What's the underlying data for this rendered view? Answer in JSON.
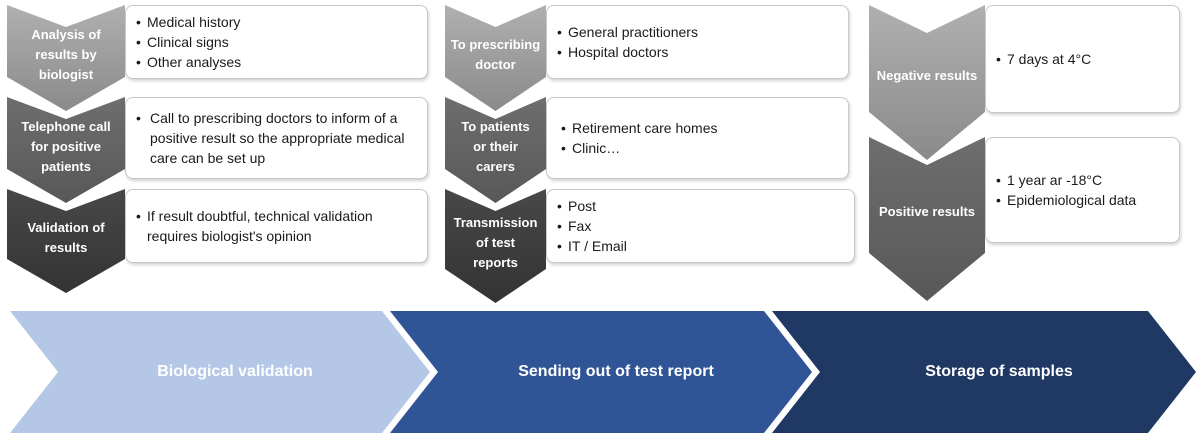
{
  "columns": [
    {
      "steps": [
        {
          "label_lines": [
            "Analysis of",
            "results by",
            "biologist"
          ],
          "bullets": [
            "Medical history",
            "Clinical signs",
            "Other analyses"
          ]
        },
        {
          "label_lines": [
            "Telephone call",
            "for positive",
            "patients"
          ],
          "bullets": [
            "Call to prescribing doctors to inform of a positive result so the appropriate medical care can be set up"
          ]
        },
        {
          "label_lines": [
            "Validation of",
            "results"
          ],
          "bullets": [
            "If result doubtful, technical validation requires biologist's opinion"
          ]
        }
      ]
    },
    {
      "steps": [
        {
          "label_lines": [
            "To prescribing",
            "doctor"
          ],
          "bullets": [
            "General practitioners",
            "Hospital doctors"
          ]
        },
        {
          "label_lines": [
            "To patients",
            "or their",
            "carers"
          ],
          "bullets": [
            "Retirement care homes",
            "Clinic…"
          ]
        },
        {
          "label_lines": [
            "Transmission",
            "of test",
            "reports"
          ],
          "bullets": [
            "Post",
            "Fax",
            "IT / Email"
          ]
        }
      ]
    },
    {
      "steps": [
        {
          "label_lines": [
            "Negative results"
          ],
          "bullets": [
            "7 days at 4°C"
          ]
        },
        {
          "label_lines": [
            "Positive results"
          ],
          "bullets": [
            "1 year ar -18°C",
            "Epidemiological data"
          ]
        }
      ]
    }
  ],
  "phases": [
    {
      "label": "Biological validation",
      "color": "#b4c7e7"
    },
    {
      "label": "Sending out of test report",
      "color": "#2f5597"
    },
    {
      "label": "Storage of samples",
      "color": "#1f3864"
    }
  ]
}
